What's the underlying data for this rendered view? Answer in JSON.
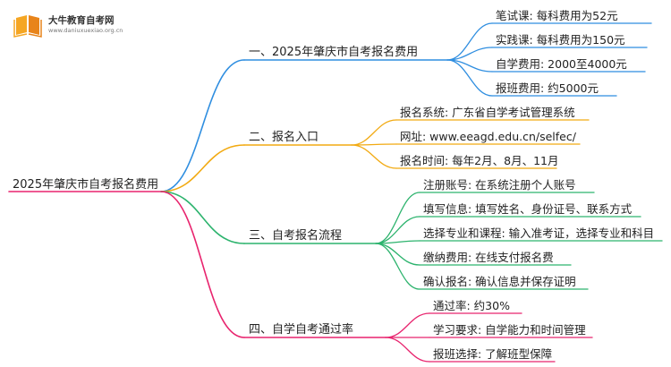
{
  "logo": {
    "title": "大牛教育自考网",
    "url": "www.daniuxuexiao.org.cn"
  },
  "root": {
    "label": "2025年肇庆市自考报名费用"
  },
  "branches": [
    {
      "label": "一、2025年肇庆市自考报名费用",
      "color": "#2f8ee0",
      "children": [
        "笔试课: 每科费用为52元",
        "实践课: 每科费用为150元",
        "自学费用: 2000至4000元",
        "报班费用: 约5000元"
      ]
    },
    {
      "label": "二、报名入口",
      "color": "#f2aa12",
      "children": [
        "报名系统: 广东省自学考试管理系统",
        "网址: www.eeagd.edu.cn/selfec/",
        "报名时间: 每年2月、8月、11月"
      ]
    },
    {
      "label": "三、自考报名流程",
      "color": "#2cb36d",
      "children": [
        "注册账号: 在系统注册个人账号",
        "填写信息: 填写姓名、身份证号、联系方式",
        "选择专业和课程: 输入准考证，选择专业和科目",
        "缴纳费用: 在线支付报名费",
        "确认报名: 确认信息并保存证明"
      ]
    },
    {
      "label": "四、自学自考通过率",
      "color": "#e8246e",
      "children": [
        "通过率: 约30%",
        "学习要求: 自学能力和时间管理",
        "报班选择: 了解班型保障"
      ]
    }
  ],
  "root_color": "#e8246e"
}
